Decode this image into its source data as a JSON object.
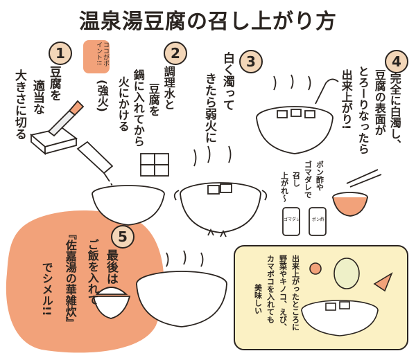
{
  "title": "温泉湯豆腐の召し上がり方",
  "steps": [
    {
      "num": "1",
      "lines": [
        "豆腐を",
        "適当な",
        "大きさに切る"
      ]
    },
    {
      "num": "2",
      "badge": "ココがポイント!!",
      "lines": [
        "調理水と",
        "豆腐を",
        "鍋に入れてから",
        "火にかける",
        "(強火)"
      ]
    },
    {
      "num": "3",
      "lines": [
        "白く濁って",
        "きたら弱火に"
      ]
    },
    {
      "num": "4",
      "lines": [
        "完全に白濁し、",
        "豆腐の表面が",
        "とろーりなったら",
        "出来上がり!"
      ],
      "sauce_lines": [
        "ポン酢や",
        "ゴマダレで",
        "召し",
        "上がれ〜"
      ],
      "bottle_labels": [
        "ゴマダレ",
        "ポン酢"
      ]
    },
    {
      "num": "5",
      "lines": [
        "最後は",
        "ご飯を入れて",
        "『佐嘉湯の華雑炊』",
        "でシメル!!"
      ]
    }
  ],
  "tip": {
    "lines": [
      "出来上がったところに",
      "野菜やキノコ、えび、",
      "カマボコを入れても",
      "美味しい"
    ]
  },
  "colors": {
    "accent_orange": "#f2a27a",
    "cream": "#fbf1c4",
    "ink": "#2a2420",
    "badge": "#f3d6b8"
  }
}
